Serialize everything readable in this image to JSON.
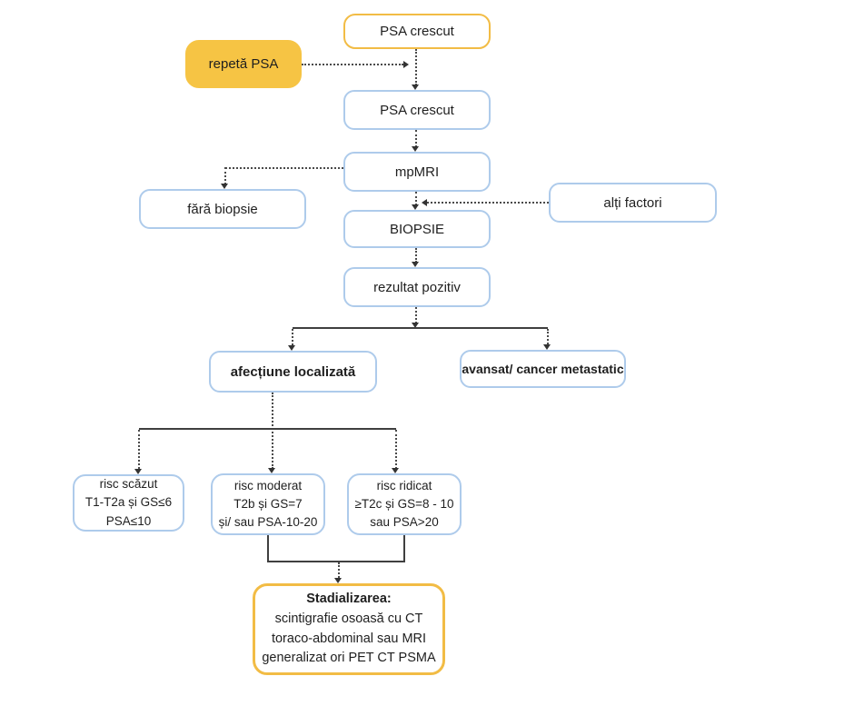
{
  "colors": {
    "yellow_border": "#F2BC45",
    "yellow_fill": "#F6C444",
    "blue_border": "#AECBEB",
    "line_color": "#3f3f3f",
    "dotted_line_color": "#4a4a4a",
    "text_color": "#1f1f1f",
    "background": "#FFFFFF"
  },
  "nodes": {
    "psa_initial": {
      "label": "PSA crescut"
    },
    "repeat_psa": {
      "label": "repetă PSA"
    },
    "psa_repeat_result": {
      "label": "PSA crescut"
    },
    "mpmri": {
      "label": "mpMRI"
    },
    "no_biopsy": {
      "label": "fără biopsie"
    },
    "other_factors": {
      "label": "alți factori"
    },
    "biopsy": {
      "label": "BIOPSIE"
    },
    "positive_result": {
      "label": "rezultat pozitiv"
    },
    "localized_disease": {
      "label": "afecțiune localizată"
    },
    "advanced_metastatic": {
      "label": "avansat/ cancer metastatic"
    },
    "low_risk": {
      "lines": [
        "risc scăzut",
        "T1-T2a și GS≤6",
        "PSA≤10"
      ]
    },
    "intermediate_risk": {
      "lines": [
        "risc moderat",
        "T2b și GS=7",
        "și/ sau PSA-10-20"
      ]
    },
    "high_risk": {
      "lines": [
        "risc ridicat",
        "≥T2c și GS=8 - 10",
        "sau PSA>20"
      ]
    },
    "staging": {
      "title": "Stadializarea:",
      "lines": [
        "scintigrafie osoasă cu CT",
        "toraco-abdominal sau MRI",
        "generalizat ori PET CT PSMA"
      ]
    }
  }
}
